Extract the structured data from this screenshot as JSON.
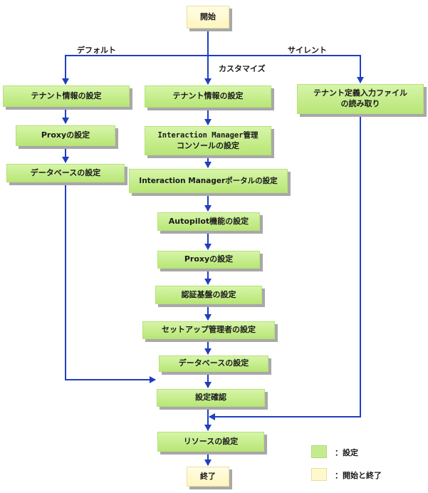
{
  "nodes": {
    "start": "開始",
    "default_tenant": "テナント情報の設定",
    "default_proxy": "Proxyの設定",
    "default_database": "データベースの設定",
    "custom_tenant": "テナント情報の設定",
    "custom_console_line1": "Interaction Manager管理",
    "custom_console_line2": "コンソールの設定",
    "custom_portal": "Interaction Managerポータルの設定",
    "custom_autopilot": "Autopilot機能の設定",
    "custom_proxy": "Proxyの設定",
    "custom_auth": "認証基盤の設定",
    "custom_setup_admin": "セットアップ管理者の設定",
    "custom_database": "データベースの設定",
    "silent_line1": "テナント定義入力ファイル",
    "silent_line2": "の読み取り",
    "confirm": "設定確認",
    "resource": "リソースの設定",
    "end": "終了"
  },
  "branches": {
    "default": "デフォルト",
    "custom": "カスタマイズ",
    "silent": "サイレント"
  },
  "legend": {
    "setting": "：設定",
    "start_end": "：開始と終了"
  },
  "colors": {
    "step_fill": "#c4ec8e",
    "terminal_fill": "#fff8cc",
    "arrow": "#1f3fbf"
  }
}
